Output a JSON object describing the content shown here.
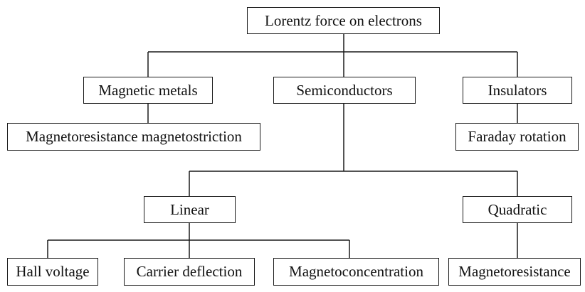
{
  "diagram": {
    "nodes": {
      "root": "Lorentz force on electrons",
      "magnetic_metals": "Magnetic metals",
      "semiconductors": "Semiconductors",
      "insulators": "Insulators",
      "magnetoresistance_magnetostriction": "Magnetoresistance magnetostriction",
      "faraday_rotation": "Faraday rotation",
      "linear": "Linear",
      "quadratic": "Quadratic",
      "hall_voltage": "Hall voltage",
      "carrier_deflection": "Carrier deflection",
      "magnetoconcentration": "Magnetoconcentration",
      "magnetoresistance": "Magnetoresistance"
    },
    "edges": [
      [
        "root",
        "magnetic_metals"
      ],
      [
        "root",
        "semiconductors"
      ],
      [
        "root",
        "insulators"
      ],
      [
        "magnetic_metals",
        "magnetoresistance_magnetostriction"
      ],
      [
        "insulators",
        "faraday_rotation"
      ],
      [
        "semiconductors",
        "linear"
      ],
      [
        "semiconductors",
        "quadratic"
      ],
      [
        "linear",
        "hall_voltage"
      ],
      [
        "linear",
        "carrier_deflection"
      ],
      [
        "linear",
        "magnetoconcentration"
      ],
      [
        "quadratic",
        "magnetoresistance"
      ]
    ],
    "colors": {
      "line": "#1a1a1a",
      "box_border": "#1a1a1a",
      "background": "#ffffff",
      "text": "#111111"
    }
  }
}
